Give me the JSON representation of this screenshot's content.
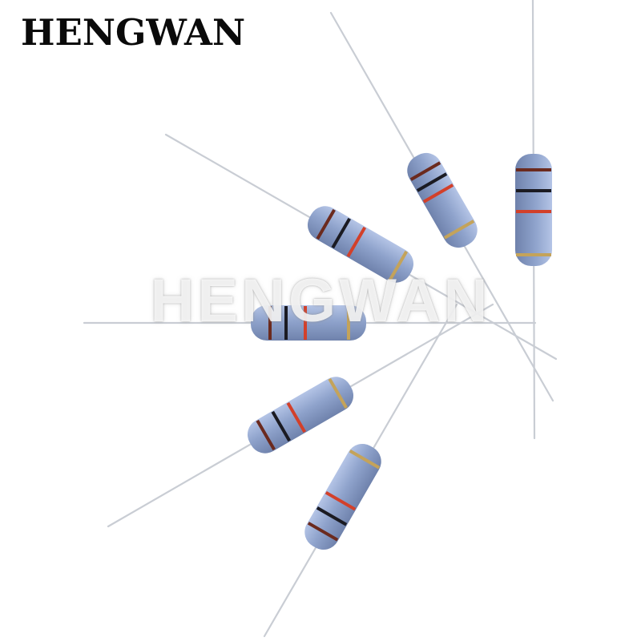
{
  "brand": {
    "name": "HENGWAN",
    "color": "#0a0a0a"
  },
  "watermark": {
    "text": "HENGWAN"
  },
  "photo": {
    "subject": "resistor-group",
    "colors": {
      "body": "#8fa3cc",
      "lead": "#c9cdd4",
      "band_brown": "#6b2a1e",
      "band_black": "#1b1b22",
      "band_red": "#d2402a",
      "band_gold": "#c4a35a"
    }
  }
}
